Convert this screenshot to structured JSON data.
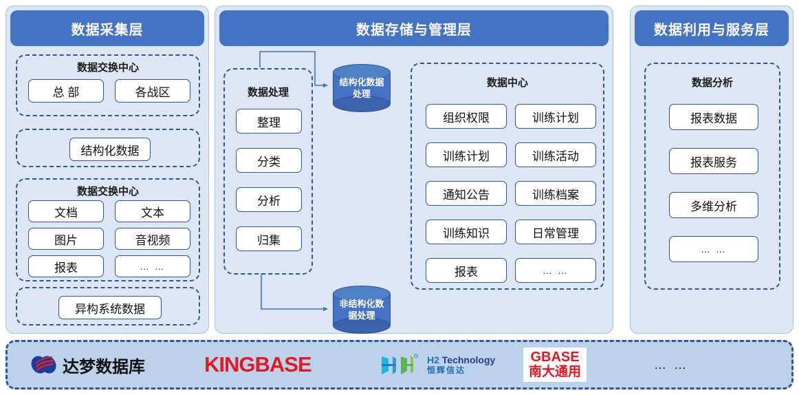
{
  "columns": {
    "collect": {
      "header": "数据采集层",
      "groups": [
        {
          "title": "数据交换中心",
          "chips": [
            "总 部",
            "各战区"
          ]
        },
        {
          "title": "",
          "chips": [
            "结构化数据"
          ]
        },
        {
          "title": "数据交换中心",
          "chips": [
            "文档",
            "文本",
            "图片",
            "音视频",
            "报表",
            "… …"
          ]
        },
        {
          "title": "",
          "chips": [
            "异构系统数据"
          ]
        }
      ]
    },
    "store": {
      "header": "数据存储与管理层",
      "processing": {
        "title": "数据处理",
        "chips": [
          "整理",
          "分类",
          "分析",
          "归集"
        ]
      },
      "cylinders": [
        {
          "name": "structured-db",
          "line1": "结构化数据",
          "line2": "处理"
        },
        {
          "name": "unstructured-db",
          "line1": "非结构化数",
          "line2": "据处理"
        }
      ],
      "center": {
        "title": "数据中心",
        "chips": [
          "组织权限",
          "训练计划",
          "训练计划",
          "训练活动",
          "通知公告",
          "训练档案",
          "训练知识",
          "日常管理",
          "报表",
          "… …"
        ]
      }
    },
    "serve": {
      "header": "数据利用与服务层",
      "group": {
        "title": "数据分析",
        "chips": [
          "报表数据",
          "报表服务",
          "多维分析",
          "… …"
        ]
      }
    }
  },
  "vendors": {
    "dameng": {
      "name": "达梦数据库"
    },
    "kingbase": {
      "name": "KINGBASE"
    },
    "h2": {
      "name_1": "H2",
      "name_2": "Technology",
      "name_cn": "恒辉信达"
    },
    "gbase": {
      "name_en": "GBASE",
      "name_cn": "南大通用"
    },
    "more": "… …"
  },
  "colors": {
    "header_blue": "#4472C4",
    "panel_fill": "#DCE6F5",
    "dash_border": "#2F5597",
    "vendor_bar_fill": "#BCD2EA",
    "kingbase_red": "#E01A26",
    "gbase_red": "#E8151F",
    "h2_blue": "#1F6FB4",
    "h2_green": "#5CB54B"
  }
}
